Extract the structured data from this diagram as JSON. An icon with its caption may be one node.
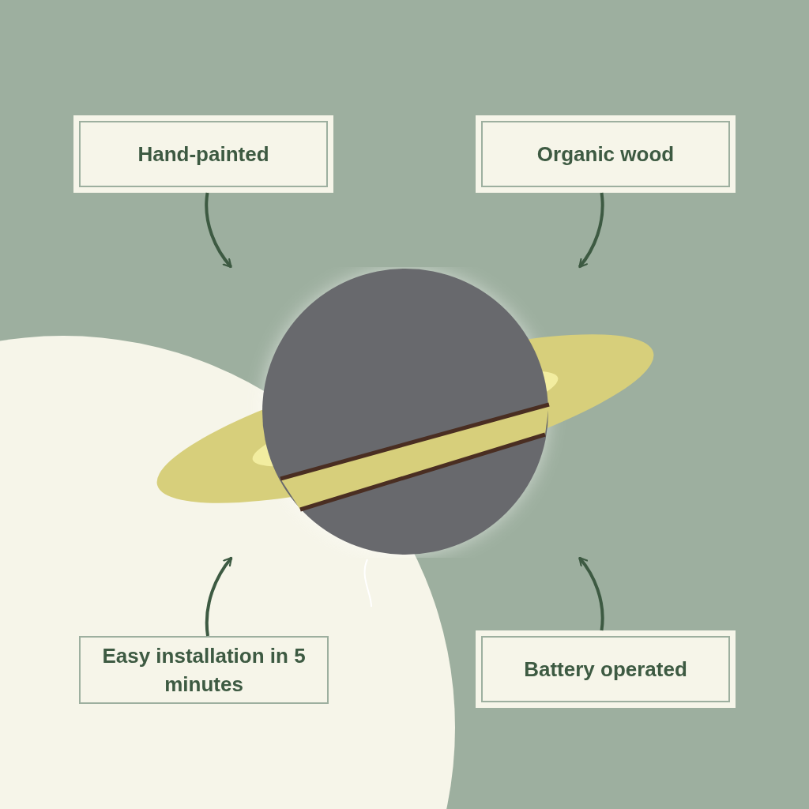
{
  "diagram": {
    "nodes": [
      {
        "text": [
          "Hand-painted"
        ]
      },
      {
        "text": [
          "Organic wood"
        ]
      },
      {
        "text": [],
        "shape": "picture"
      },
      {
        "text": [
          "Easy installation in 5 minutes"
        ]
      },
      {
        "text": [
          "Battery operated"
        ]
      }
    ],
    "edges": [
      {
        "from": 0,
        "to": 2,
        "arrow": "to"
      },
      {
        "from": 1,
        "to": 2,
        "arrow": "to"
      },
      {
        "from": 3,
        "to": 2,
        "arrow": "to"
      },
      {
        "from": 4,
        "to": 2,
        "arrow": "to"
      }
    ]
  }
}
